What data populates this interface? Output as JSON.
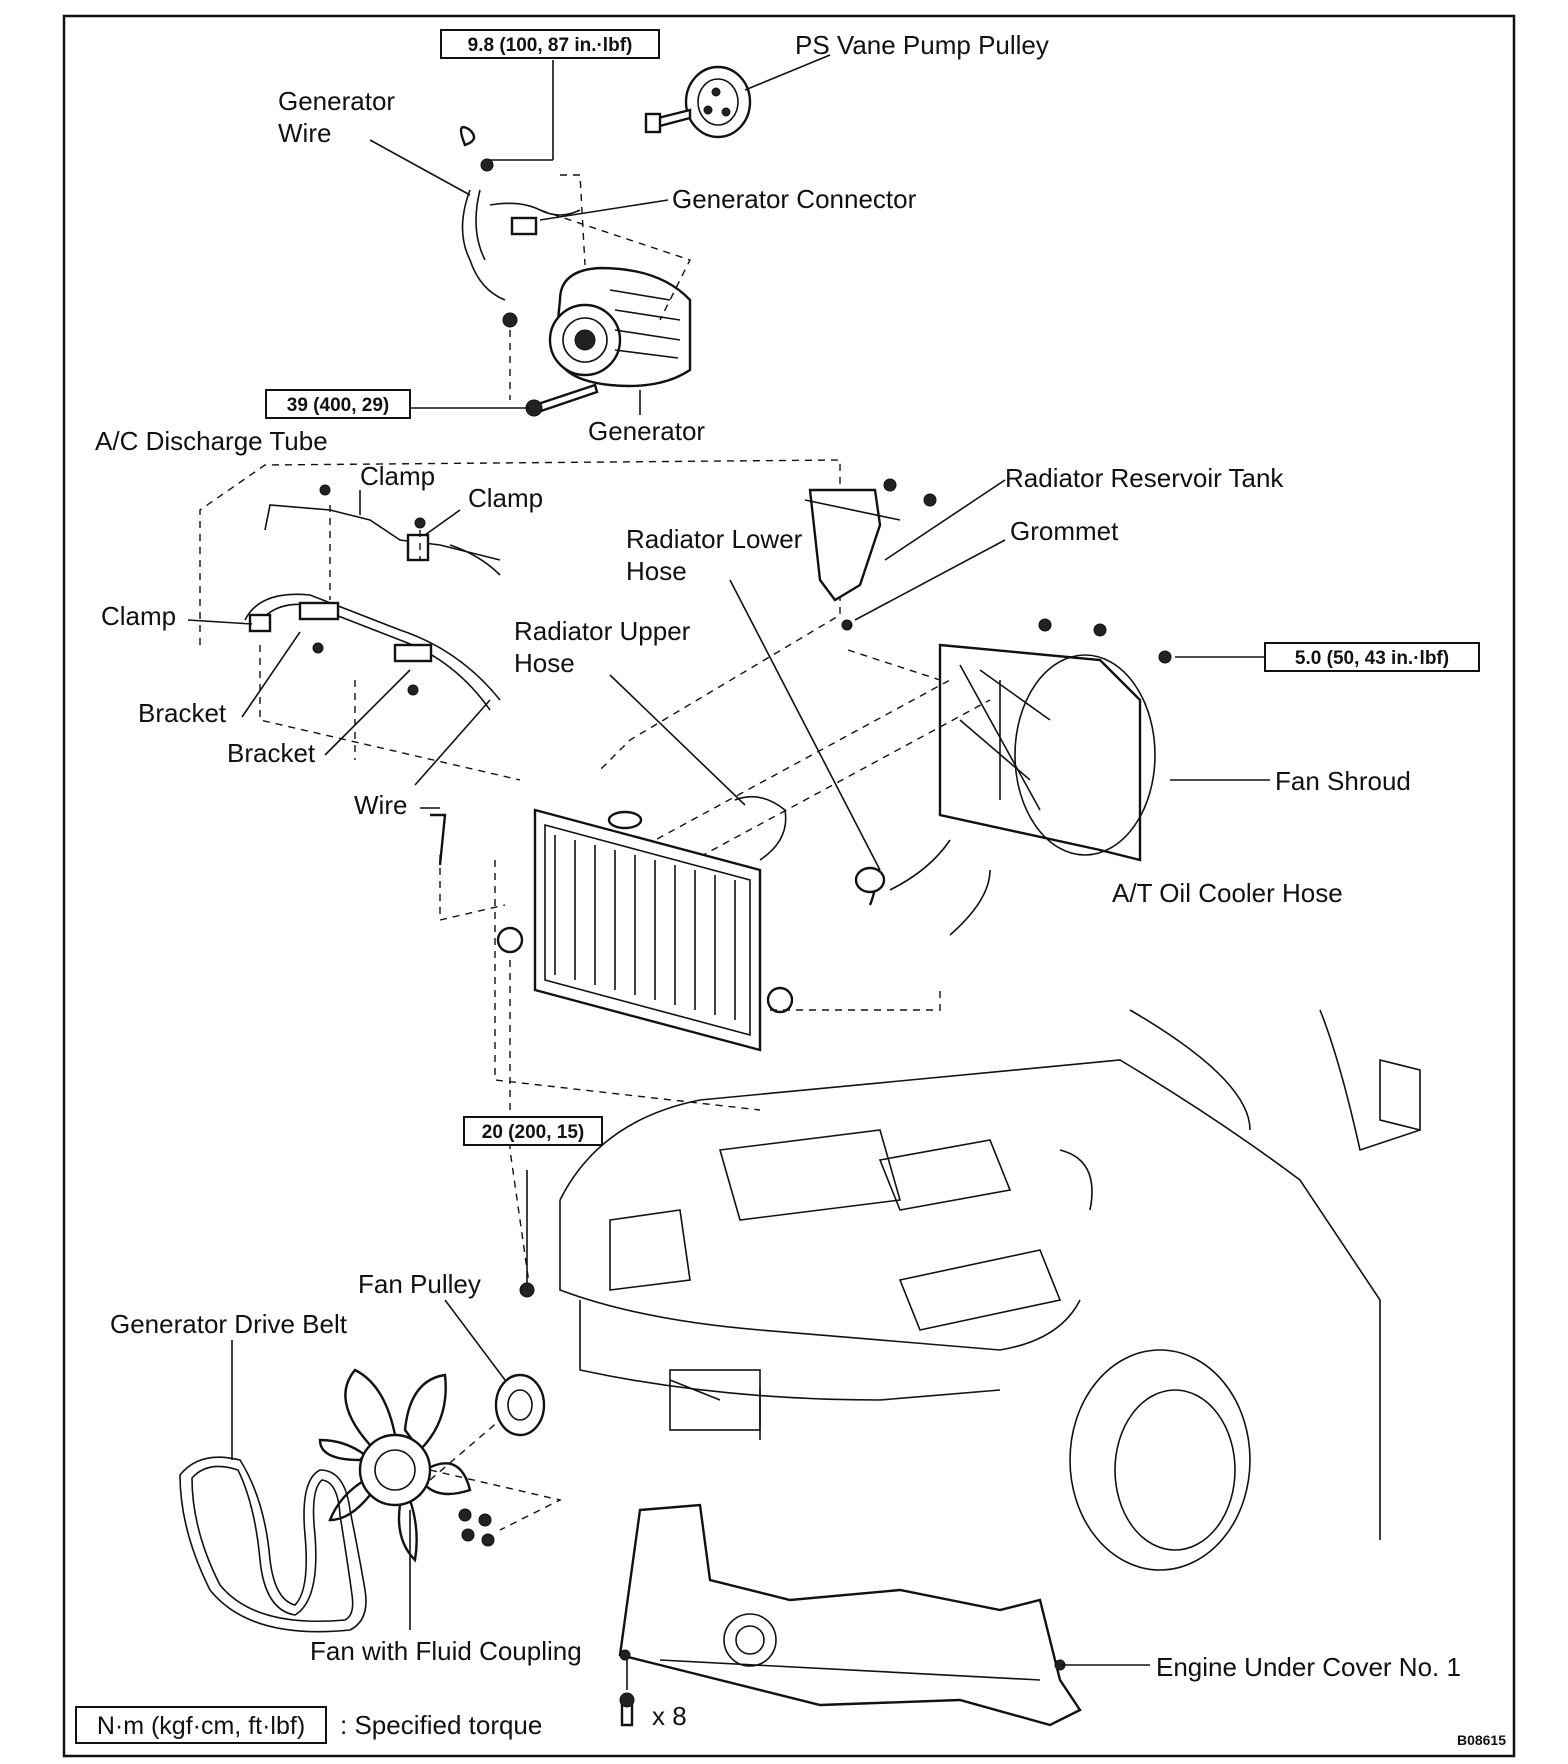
{
  "labels": {
    "ps_vane_pump_pulley": "PS Vane Pump Pulley",
    "generator_wire_1": "Generator",
    "generator_wire_2": "Wire",
    "generator_connector": "Generator Connector",
    "generator": "Generator",
    "ac_discharge_tube": "A/C Discharge Tube",
    "clamp_a": "Clamp",
    "clamp_b": "Clamp",
    "clamp_c": "Clamp",
    "radiator_reservoir_tank": "Radiator Reservoir Tank",
    "grommet": "Grommet",
    "radiator_lower_hose_1": "Radiator Lower",
    "radiator_lower_hose_2": "Hose",
    "radiator_upper_hose_1": "Radiator Upper",
    "radiator_upper_hose_2": "Hose",
    "bracket_a": "Bracket",
    "bracket_b": "Bracket",
    "wire": "Wire",
    "fan_shroud": "Fan Shroud",
    "at_oil_cooler_hose": "A/T Oil Cooler Hose",
    "fan_pulley": "Fan Pulley",
    "generator_drive_belt": "Generator Drive Belt",
    "fan_with_fluid_coupling": "Fan with Fluid Coupling",
    "engine_under_cover": "Engine Under Cover No. 1",
    "bolt_count": "x 8"
  },
  "torque_specs": {
    "generator_wire_nut": "9.8 (100, 87 in.·lbf)",
    "generator_bolt": "39 (400, 29)",
    "fan_shroud_bolt": "5.0 (50, 43 in.·lbf)",
    "fan_nut": "20 (200, 15)"
  },
  "legend": {
    "unit_box": "N·m (kgf·cm, ft·lbf)",
    "description": ": Specified torque"
  },
  "figure_code": "B08615"
}
